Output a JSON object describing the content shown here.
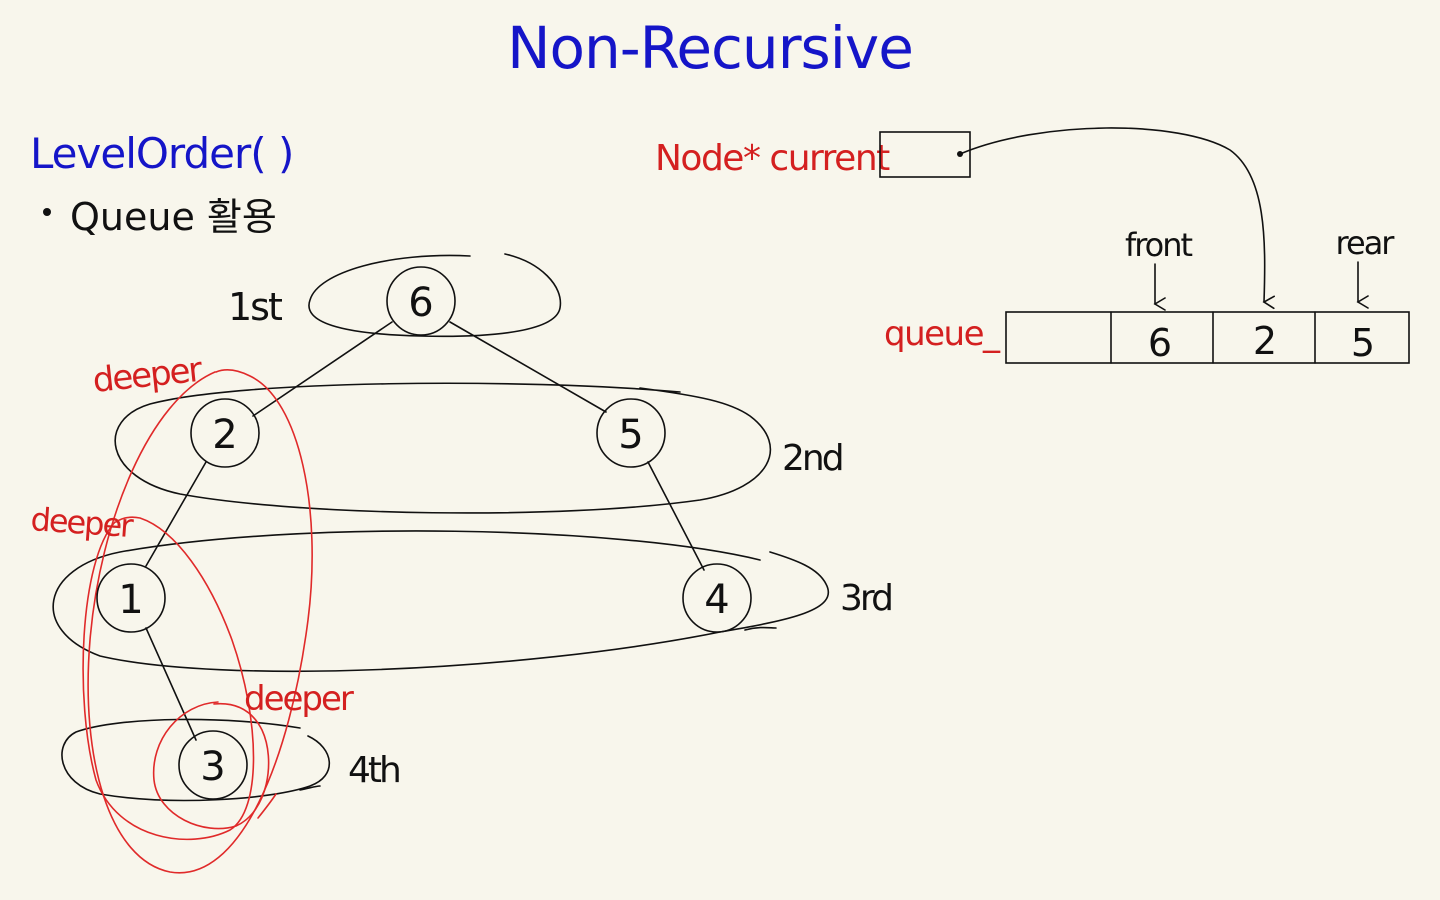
{
  "title": "Non-Recursive",
  "function_name": "LevelOrder( )",
  "bullet": "Queue 활용",
  "tree": {
    "nodes": [
      {
        "id": "n6",
        "value": "6"
      },
      {
        "id": "n2",
        "value": "2"
      },
      {
        "id": "n5",
        "value": "5"
      },
      {
        "id": "n1",
        "value": "1"
      },
      {
        "id": "n4",
        "value": "4"
      },
      {
        "id": "n3",
        "value": "3"
      }
    ],
    "edges": [
      [
        "n6",
        "n2"
      ],
      [
        "n6",
        "n5"
      ],
      [
        "n2",
        "n1"
      ],
      [
        "n5",
        "n4"
      ],
      [
        "n1",
        "n3"
      ]
    ]
  },
  "levels": [
    "1st",
    "2nd",
    "3rd",
    "4th"
  ],
  "depth_labels": [
    "deeper",
    "deeper",
    "deeper"
  ],
  "pointer": {
    "label": "Node* current"
  },
  "queue": {
    "label": "queue_",
    "cells": [
      "",
      "6",
      "2",
      "5"
    ],
    "front_label": "front",
    "rear_label": "rear"
  },
  "colors": {
    "ink": "#111111",
    "title_blue": "#1515c8",
    "annotation_red": "#d42020",
    "background": "#f8f6ec"
  }
}
